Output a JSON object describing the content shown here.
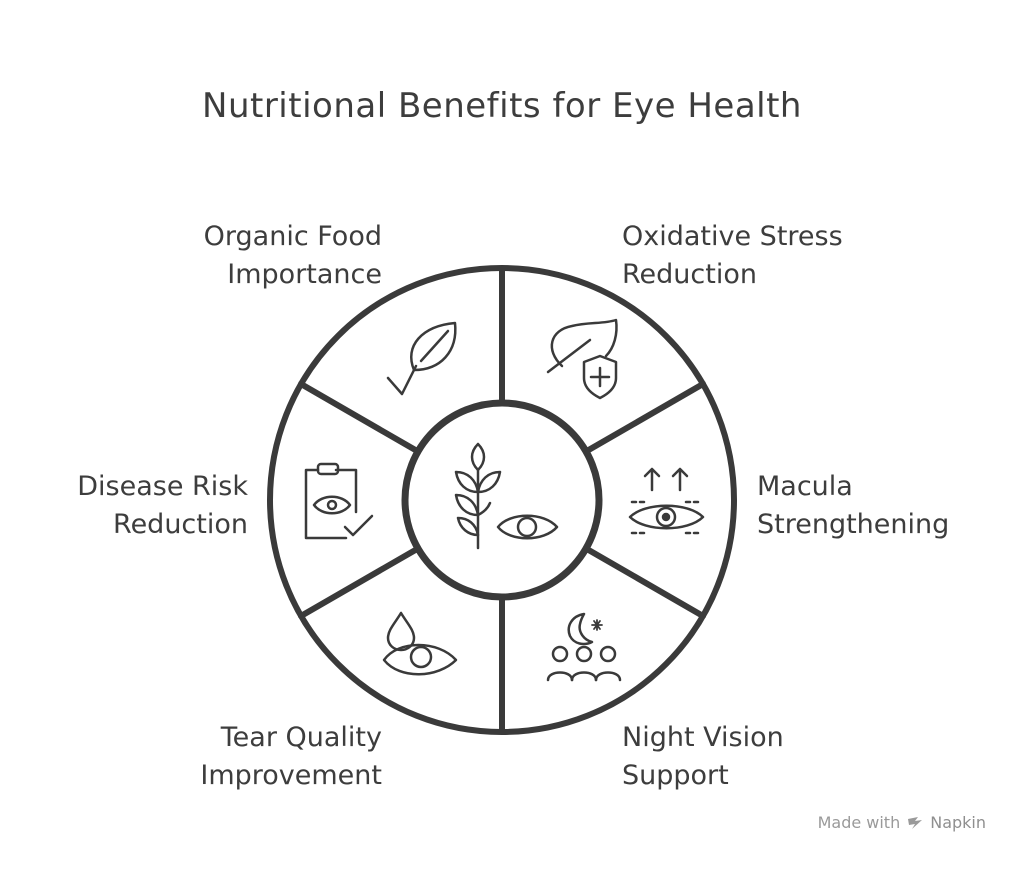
{
  "title": "Nutritional Benefits for Eye Health",
  "segments": [
    {
      "line1": "Organic Food",
      "line2": "Importance",
      "icon": "leaf-check-icon"
    },
    {
      "line1": "Oxidative Stress",
      "line2": "Reduction",
      "icon": "leaf-shield-icon"
    },
    {
      "line1": "Macula",
      "line2": "Strengthening",
      "icon": "eye-arrows-up-icon"
    },
    {
      "line1": "Night Vision",
      "line2": "Support",
      "icon": "moon-people-icon"
    },
    {
      "line1": "Tear Quality",
      "line2": "Improvement",
      "icon": "droplet-eye-icon"
    },
    {
      "line1": "Disease Risk",
      "line2": "Reduction",
      "icon": "clipboard-eye-check-icon"
    }
  ],
  "center": {
    "icon": "plant-eye-icon"
  },
  "watermark": {
    "made_with": "Made with",
    "brand": "Napkin"
  },
  "colors": {
    "stroke": "#3a3a3a",
    "text": "#3d3d3d",
    "watermark": "#9a9a9a"
  }
}
